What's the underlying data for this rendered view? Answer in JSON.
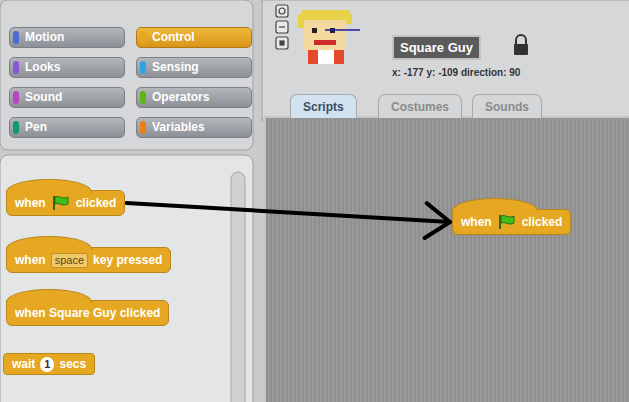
{
  "diagram": {
    "nodes": [
      {
        "text": [
          "Motion"
        ]
      },
      {
        "text": [
          "Control"
        ]
      },
      {
        "text": [
          "Looks"
        ]
      },
      {
        "text": [
          "Sensing"
        ]
      },
      {
        "text": [
          "Sound"
        ]
      },
      {
        "text": [
          "Operators"
        ]
      },
      {
        "text": [
          "Pen"
        ]
      },
      {
        "text": [
          "Variables"
        ]
      },
      {
        "text": [
          "Square Guy"
        ]
      },
      {
        "text": [
          "Scripts"
        ]
      },
      {
        "text": [
          "Costumes"
        ]
      },
      {
        "text": [
          "Sounds"
        ]
      },
      {
        "text": [
          "when",
          "clicked"
        ]
      },
      {
        "text": [
          "when",
          "key pressed"
        ]
      },
      {
        "text": [
          "space"
        ],
        "in": 13
      },
      {
        "text": [
          "when Square Guy clicked"
        ]
      },
      {
        "text": [
          "wait",
          "secs"
        ]
      },
      {
        "text": [
          "1"
        ],
        "in": 16
      },
      {
        "text": [
          "when",
          "clicked"
        ]
      }
    ],
    "edges": [
      {
        "from": 12,
        "to": 18,
        "arrow": "to"
      }
    ],
    "labels": [
      "x: -177 y: -109 direction: 90"
    ]
  }
}
